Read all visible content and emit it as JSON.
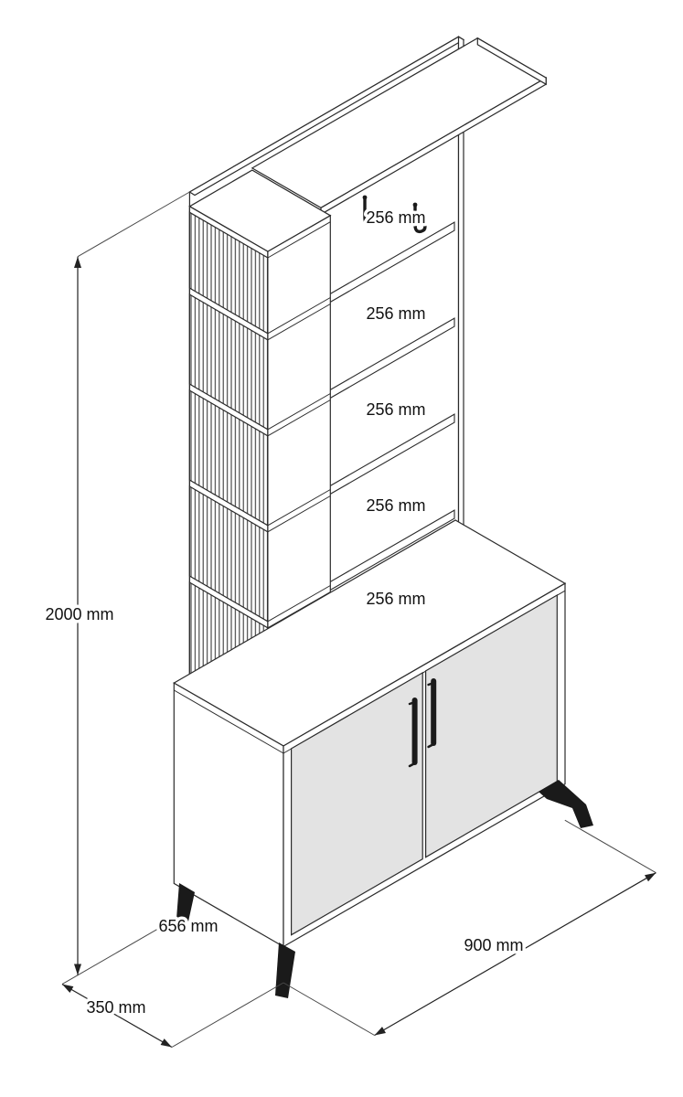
{
  "diagram": {
    "type": "isometric furniture dimension drawing",
    "subject": "hallway unit with slatted shelf column, coat hooks and two-door shoe cabinet"
  },
  "dimensions": {
    "total_height": "2000 mm",
    "shelf_gaps": [
      "256 mm",
      "256 mm",
      "256 mm",
      "256 mm",
      "256 mm"
    ],
    "cabinet_height": "656 mm",
    "depth": "350 mm",
    "width": "900 mm"
  },
  "colors": {
    "line": "#2b2b2b",
    "door_fill": "#e3e3e3",
    "leg_fill": "#1a1a1a",
    "background": "#ffffff"
  }
}
